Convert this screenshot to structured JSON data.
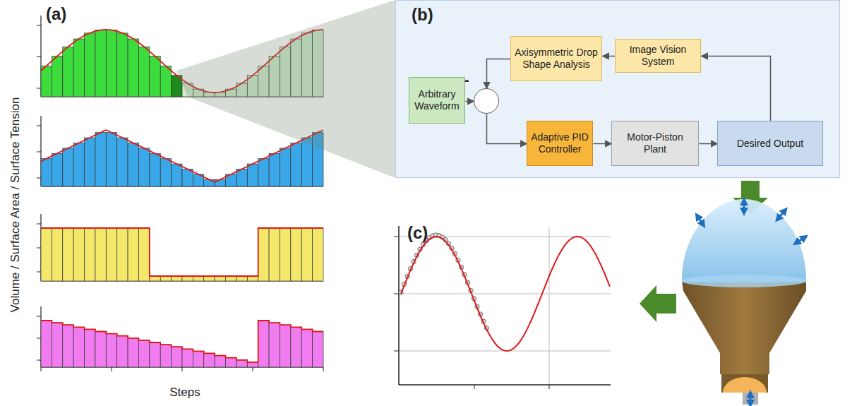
{
  "diagram": {
    "nodes": [
      {
        "text": [
          "(b)"
        ]
      },
      {
        "text": [
          "Arbitrary Waveform"
        ],
        "in": 0
      },
      {
        "text": [
          "-"
        ],
        "in": 0
      },
      {
        "text": [
          "Adaptive PID Controller"
        ],
        "in": 0
      },
      {
        "text": [
          "Motor-Piston Plant"
        ],
        "in": 0
      },
      {
        "text": [
          "Desired Output"
        ],
        "in": 0
      },
      {
        "text": [
          "Image Vision System"
        ],
        "in": 0
      },
      {
        "text": [
          "Axisymmetric Drop Shape Analysis"
        ],
        "in": 0
      }
    ],
    "edges": [
      {
        "from": 1,
        "to": 2,
        "arrow": "to"
      },
      {
        "from": 2,
        "to": 3,
        "arrow": "to"
      },
      {
        "from": 3,
        "to": 4,
        "arrow": "to"
      },
      {
        "from": 4,
        "to": 5,
        "arrow": "to"
      },
      {
        "from": 5,
        "to": 6,
        "arrow": "to"
      },
      {
        "from": 6,
        "to": 7,
        "arrow": "to"
      },
      {
        "from": 7,
        "to": 2,
        "arrow": "to"
      }
    ],
    "labels": [
      "(a)",
      "Volume / Surface Area / Surface Tension",
      "Steps",
      "(c)"
    ]
  }
}
